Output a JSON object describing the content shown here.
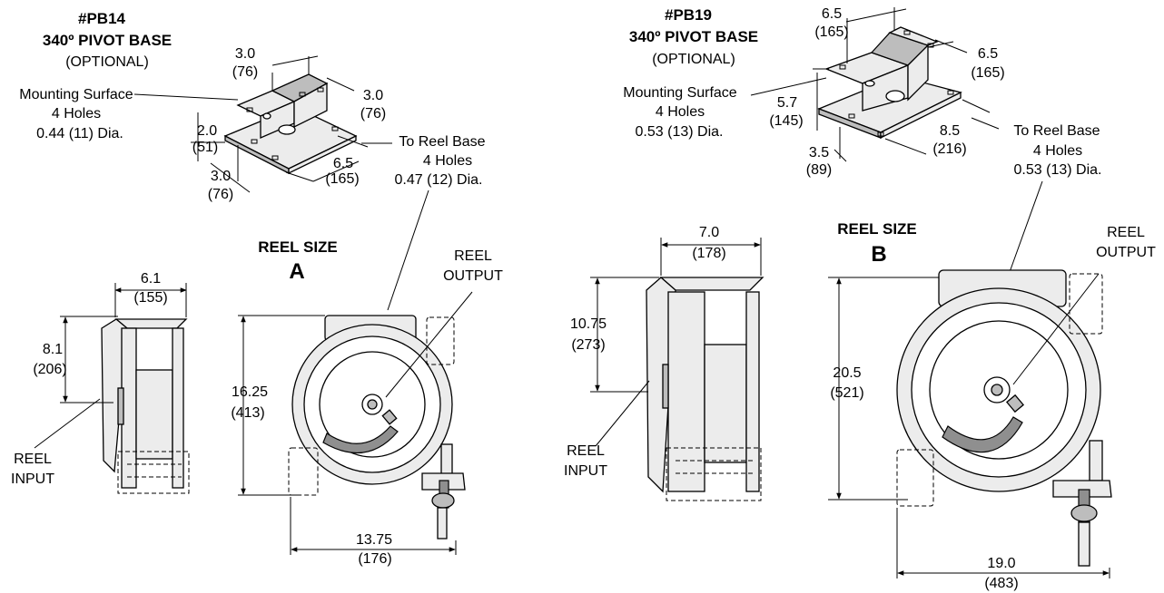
{
  "left": {
    "title": "#PB14",
    "subtitle": "340º PIVOT BASE",
    "optional": "(OPTIONAL)",
    "mount_l1": "Mounting Surface",
    "mount_l2": "4 Holes",
    "mount_l3": "0.44 (11) Dia.",
    "to_base_l1": "To Reel Base",
    "to_base_l2": "4 Holes",
    "to_base_l3": "0.47 (12) Dia.",
    "d_top_a": "3.0",
    "d_top_a_mm": "(76)",
    "d_top_b": "3.0",
    "d_top_b_mm": "(76)",
    "d_height": "2.0",
    "d_height_mm": "(51)",
    "d_bot": "3.0",
    "d_bot_mm": "(76)",
    "d_len": "6.5",
    "d_len_mm": "(165)",
    "reel_size_label": "REEL SIZE",
    "reel_size_letter": "A",
    "reel_output_l1": "REEL",
    "reel_output_l2": "OUTPUT",
    "reel_input_l1": "REEL",
    "reel_input_l2": "INPUT",
    "d_width": "6.1",
    "d_width_mm": "(155)",
    "d_side_h": "8.1",
    "d_side_h_mm": "(206)",
    "d_front_h": "16.25",
    "d_front_h_mm": "(413)",
    "d_front_w": "13.75",
    "d_front_w_mm": "(176)"
  },
  "right": {
    "title": "#PB19",
    "subtitle": "340º PIVOT BASE",
    "optional": "(OPTIONAL)",
    "mount_l1": "Mounting Surface",
    "mount_l2": "4 Holes",
    "mount_l3": "0.53 (13) Dia.",
    "to_base_l1": "To Reel Base",
    "to_base_l2": "4 Holes",
    "to_base_l3": "0.53 (13) Dia.",
    "d_top_a": "6.5",
    "d_top_a_mm": "(165)",
    "d_top_b": "6.5",
    "d_top_b_mm": "(165)",
    "d_height": "5.7",
    "d_height_mm": "(145)",
    "d_bot": "3.5",
    "d_bot_mm": "(89)",
    "d_len": "8.5",
    "d_len_mm": "(216)",
    "reel_size_label": "REEL SIZE",
    "reel_size_letter": "B",
    "reel_output_l1": "REEL",
    "reel_output_l2": "OUTPUT",
    "reel_input_l1": "REEL",
    "reel_input_l2": "INPUT",
    "d_width": "7.0",
    "d_width_mm": "(178)",
    "d_side_h": "10.75",
    "d_side_h_mm": "(273)",
    "d_front_h": "20.5",
    "d_front_h_mm": "(521)",
    "d_front_w": "19.0",
    "d_front_w_mm": "(483)"
  }
}
